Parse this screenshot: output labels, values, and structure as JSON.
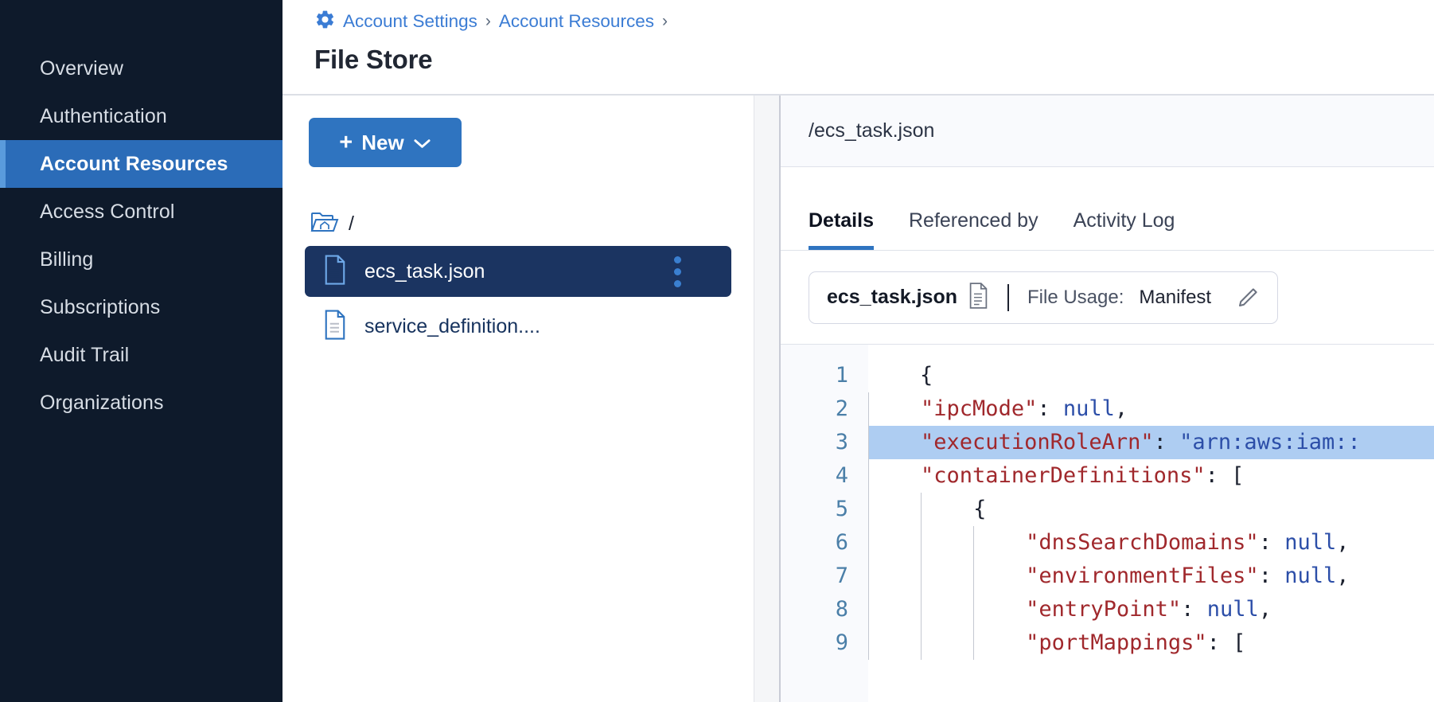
{
  "sidebar": {
    "items": [
      {
        "label": "Overview",
        "active": false
      },
      {
        "label": "Authentication",
        "active": false
      },
      {
        "label": "Account Resources",
        "active": true
      },
      {
        "label": "Access Control",
        "active": false
      },
      {
        "label": "Billing",
        "active": false
      },
      {
        "label": "Subscriptions",
        "active": false
      },
      {
        "label": "Audit Trail",
        "active": false
      },
      {
        "label": "Organizations",
        "active": false
      }
    ]
  },
  "header": {
    "breadcrumb": [
      {
        "label": "Account Settings",
        "icon": "gear-icon"
      },
      {
        "label": "Account Resources",
        "icon": null
      }
    ],
    "separator": "›",
    "title": "File Store"
  },
  "tree_panel": {
    "new_button": {
      "label": "New",
      "plus": "+",
      "caret": "chevron-down-icon"
    },
    "root": {
      "label": "/",
      "icon": "folder-home-icon"
    },
    "files": [
      {
        "name": "ecs_task.json",
        "selected": true,
        "icon": "file-icon",
        "menu": "kebab-menu-icon"
      },
      {
        "name": "service_definition....",
        "selected": false,
        "icon": "file-icon",
        "menu": null
      }
    ]
  },
  "detail_panel": {
    "file_path": "/ecs_task.json",
    "tabs": [
      {
        "label": "Details",
        "active": true
      },
      {
        "label": "Referenced by",
        "active": false
      },
      {
        "label": "Activity Log",
        "active": false
      }
    ],
    "usage_card": {
      "filename": "ecs_task.json",
      "file_icon": "document-lines-icon",
      "label": "File Usage:",
      "value": "Manifest",
      "edit_icon": "pencil-icon"
    }
  },
  "editor": {
    "line_numbers": [
      "1",
      "2",
      "3",
      "4",
      "5",
      "6",
      "7",
      "8",
      "9"
    ],
    "highlighted_line": 3,
    "lines": [
      {
        "num": 1,
        "indent": 0,
        "tokens": [
          {
            "t": "p",
            "v": "{"
          }
        ]
      },
      {
        "num": 2,
        "indent": 1,
        "tokens": [
          {
            "t": "k",
            "v": "\"ipcMode\""
          },
          {
            "t": "p",
            "v": ": "
          },
          {
            "t": "n",
            "v": "null"
          },
          {
            "t": "p",
            "v": ","
          }
        ]
      },
      {
        "num": 3,
        "indent": 1,
        "tokens": [
          {
            "t": "k",
            "v": "\"executionRoleArn\""
          },
          {
            "t": "p",
            "v": ": "
          },
          {
            "t": "s",
            "v": "\"arn:aws:iam::"
          }
        ]
      },
      {
        "num": 4,
        "indent": 1,
        "tokens": [
          {
            "t": "k",
            "v": "\"containerDefinitions\""
          },
          {
            "t": "p",
            "v": ": ["
          }
        ]
      },
      {
        "num": 5,
        "indent": 2,
        "tokens": [
          {
            "t": "p",
            "v": "{"
          }
        ]
      },
      {
        "num": 6,
        "indent": 3,
        "tokens": [
          {
            "t": "k",
            "v": "\"dnsSearchDomains\""
          },
          {
            "t": "p",
            "v": ": "
          },
          {
            "t": "n",
            "v": "null"
          },
          {
            "t": "p",
            "v": ","
          }
        ]
      },
      {
        "num": 7,
        "indent": 3,
        "tokens": [
          {
            "t": "k",
            "v": "\"environmentFiles\""
          },
          {
            "t": "p",
            "v": ": "
          },
          {
            "t": "n",
            "v": "null"
          },
          {
            "t": "p",
            "v": ","
          }
        ]
      },
      {
        "num": 8,
        "indent": 3,
        "tokens": [
          {
            "t": "k",
            "v": "\"entryPoint\""
          },
          {
            "t": "p",
            "v": ": "
          },
          {
            "t": "n",
            "v": "null"
          },
          {
            "t": "p",
            "v": ","
          }
        ]
      },
      {
        "num": 9,
        "indent": 3,
        "tokens": [
          {
            "t": "k",
            "v": "\"portMappings\""
          },
          {
            "t": "p",
            "v": ": ["
          }
        ]
      }
    ]
  },
  "colors": {
    "sidebar_bg": "#0e1a2b",
    "accent": "#2f74c0",
    "active_nav_bg": "#2b6cb8",
    "selected_row_bg": "#1b3461",
    "code_highlight": "#aecdf2",
    "json_key": "#a0282c",
    "json_value": "#2c4ea8",
    "link": "#3b7cd4"
  }
}
